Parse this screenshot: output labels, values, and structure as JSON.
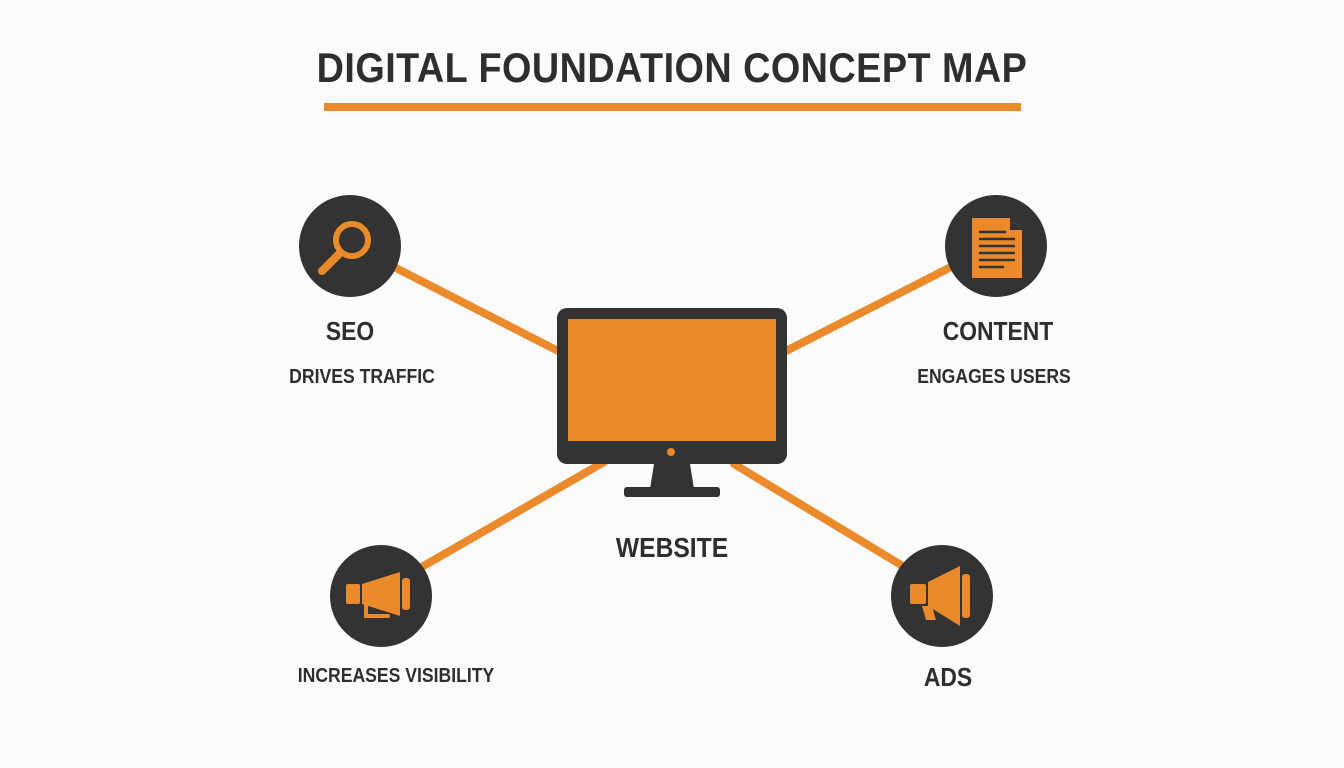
{
  "title": "DIGITAL FOUNDATION CONCEPT MAP",
  "colors": {
    "accent": "#ea8a2b",
    "dark": "#333333",
    "background": "#fbfbfb"
  },
  "center": {
    "label": "WEBSITE",
    "icon": "monitor-icon"
  },
  "nodes": {
    "seo": {
      "label": "SEO",
      "caption": "DRIVES TRAFFIC",
      "icon": "magnifier-icon"
    },
    "content": {
      "label": "CONTENT",
      "caption": "ENGAGES USERS",
      "icon": "document-icon"
    },
    "social": {
      "caption": "INCREASES VISIBILITY",
      "icon": "megaphone-icon"
    },
    "ads": {
      "label": "ADS",
      "icon": "megaphone-icon"
    }
  }
}
